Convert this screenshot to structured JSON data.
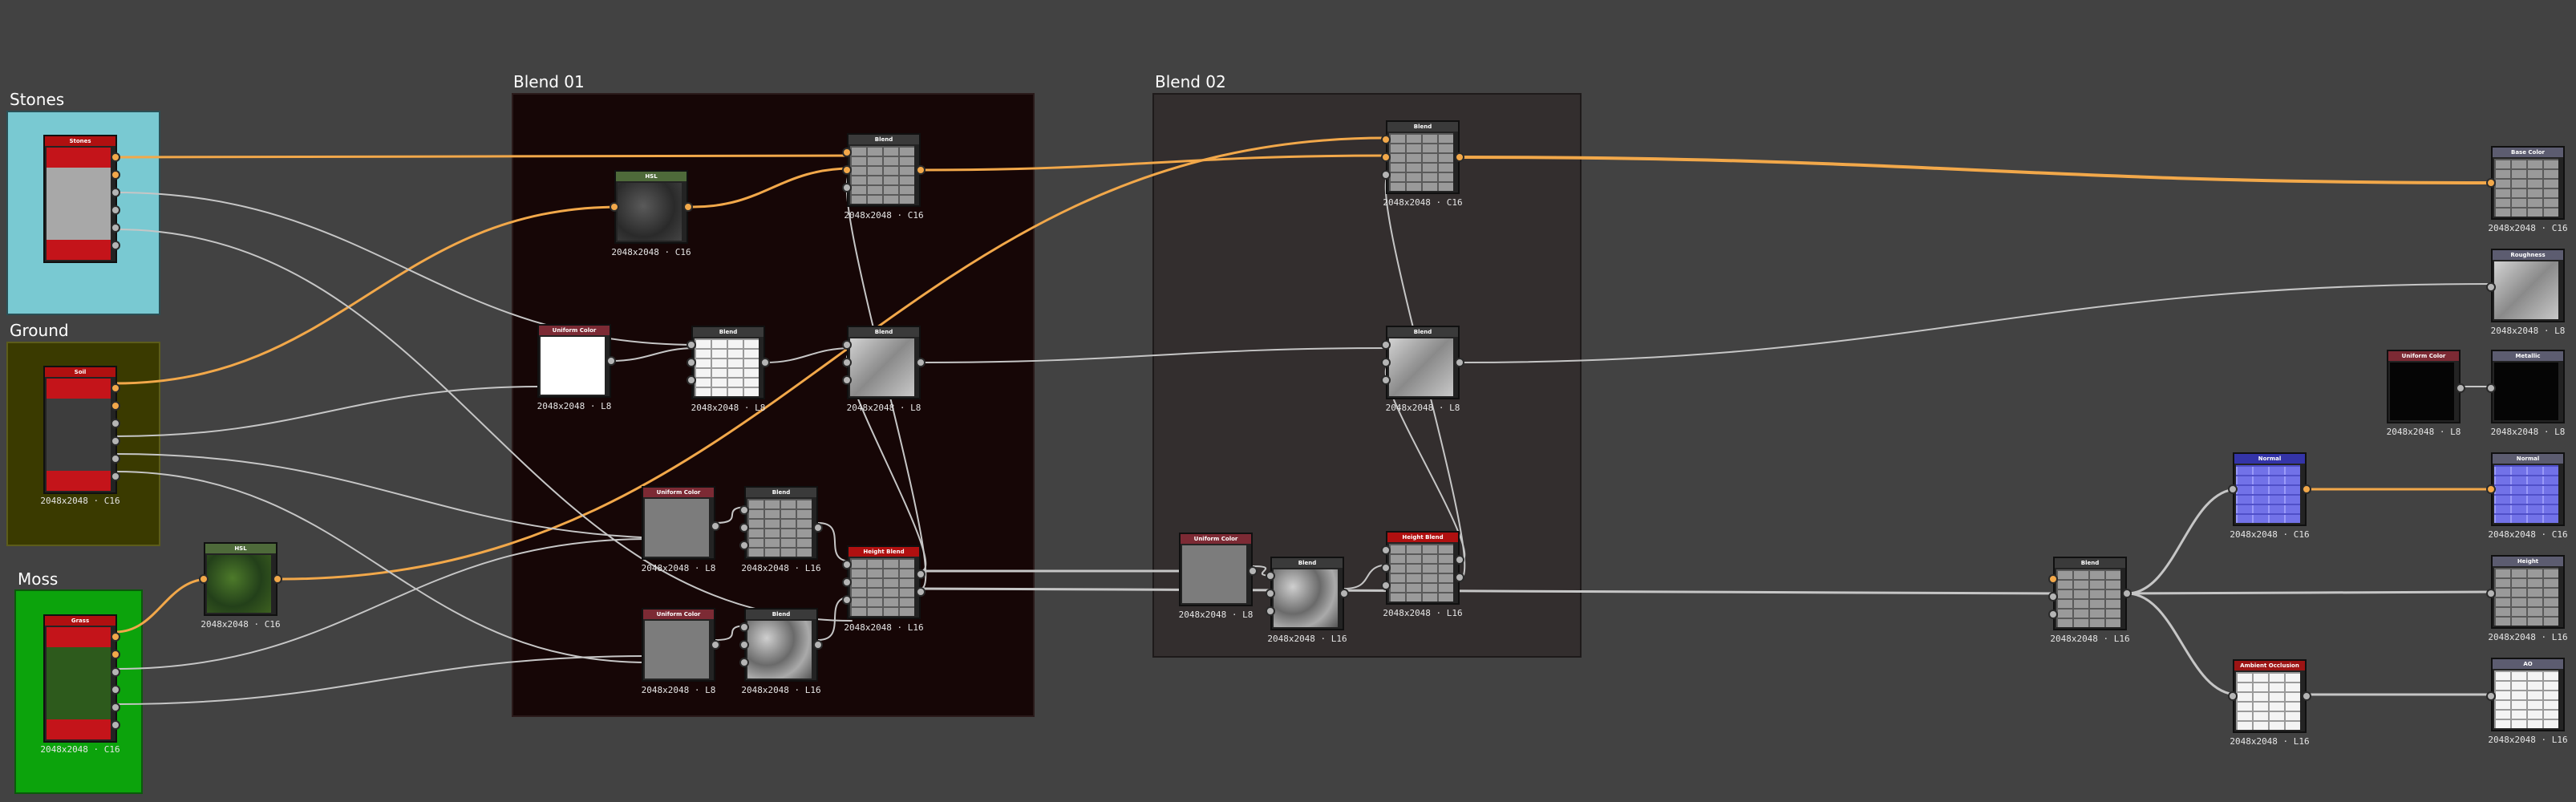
{
  "frames": [
    {
      "title": "Stones",
      "color": "#79c9d2"
    },
    {
      "title": "Ground",
      "color": "#3a3a00"
    },
    {
      "title": "Moss",
      "color": "#0ca30c"
    },
    {
      "title": "Blend 01",
      "color": "#160606"
    },
    {
      "title": "Blend 02",
      "color": "#332e2e"
    }
  ],
  "colors": {
    "wire_gray": "#c6c6c6",
    "wire_orange": "#f2a84a",
    "header_material": "#b01010",
    "header_uniform": "#7c2a34",
    "header_blend": "#3a3a3a",
    "header_hsl": "#4e6a3a",
    "header_output": "#5c5c70",
    "header_normal": "#3434a8",
    "header_ao": "#9c1414"
  },
  "nodes": {
    "stones": {
      "title": "Stones",
      "res": ""
    },
    "soil": {
      "title": "Soil",
      "res": "2048x2048 · C16"
    },
    "grass": {
      "title": "Grass",
      "res": "2048x2048 · C16"
    },
    "hsl1": {
      "title": "HSL",
      "res": "2048x2048 · C16"
    },
    "hsl2": {
      "title": "HSL",
      "res": "2048x2048 · C16"
    },
    "b1_blend_top": {
      "title": "Blend",
      "res": "2048x2048 · C16"
    },
    "b1_uniform_white": {
      "title": "Uniform Color",
      "res": "2048x2048 · L8"
    },
    "b1_blend_mid_left": {
      "title": "Blend",
      "res": "2048x2048 · L8"
    },
    "b1_blend_mid": {
      "title": "Blend",
      "res": "2048x2048 · L8"
    },
    "b1_uniform_gray1": {
      "title": "Uniform Color",
      "res": "2048x2048 · L8"
    },
    "b1_blend_bricks": {
      "title": "Blend",
      "res": "2048x2048 · L16"
    },
    "b1_height_blend": {
      "title": "Height Blend",
      "res": "2048x2048 · L16"
    },
    "b1_uniform_gray2": {
      "title": "Uniform Color",
      "res": "2048x2048 · L8"
    },
    "b1_blend_clouds": {
      "title": "Blend",
      "res": "2048x2048 · L16"
    },
    "b2_blend_top": {
      "title": "Blend",
      "res": "2048x2048 · C16"
    },
    "b2_blend_mid": {
      "title": "Blend",
      "res": "2048x2048 · L8"
    },
    "b2_uniform_gray": {
      "title": "Uniform Color",
      "res": "2048x2048 · L8"
    },
    "b2_blend_clouds": {
      "title": "Blend",
      "res": "2048x2048 · L16"
    },
    "b2_height_blend": {
      "title": "Height Blend",
      "res": "2048x2048 · L16"
    },
    "right_blend": {
      "title": "Blend",
      "res": "2048x2048 · L16"
    },
    "normal": {
      "title": "Normal",
      "res": "2048x2048 · C16"
    },
    "ao": {
      "title": "Ambient Occlusion",
      "res": "2048x2048 · L16"
    },
    "metal_uniform": {
      "title": "Uniform Color",
      "res": "2048x2048 · L8"
    },
    "out_basecolor": {
      "title": "Base Color",
      "res": "2048x2048 · C16"
    },
    "out_roughness": {
      "title": "Roughness",
      "res": "2048x2048 · L8"
    },
    "out_metallic": {
      "title": "Metallic",
      "res": "2048x2048 · L8"
    },
    "out_normal": {
      "title": "Normal",
      "res": "2048x2048 · C16"
    },
    "out_height": {
      "title": "Height",
      "res": "2048x2048 · L16"
    },
    "out_ao": {
      "title": "AO",
      "res": "2048x2048 · L16"
    }
  }
}
